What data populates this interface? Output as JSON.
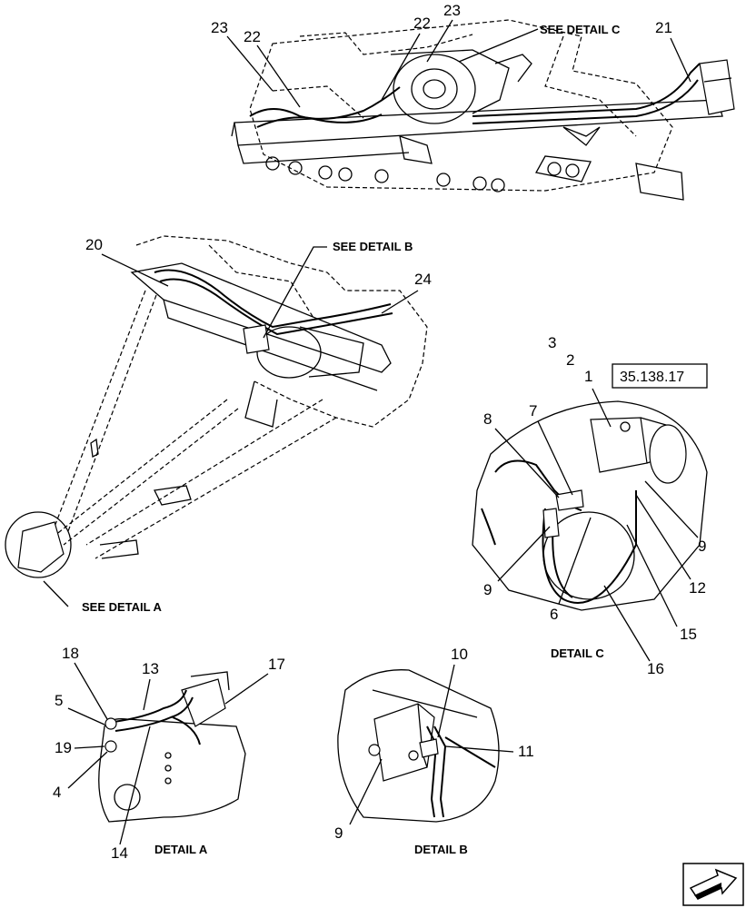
{
  "callouts": {
    "c23a": "23",
    "c22a": "22",
    "c22b": "22",
    "c23b": "23",
    "c21": "21",
    "c20": "20",
    "c24": "24",
    "c3": "3",
    "c2": "2",
    "c1": "1",
    "c8": "8",
    "c7": "7",
    "c9a": "9",
    "c9b": "9",
    "c12": "12",
    "c6": "6",
    "c15": "15",
    "c16": "16",
    "c18": "18",
    "c13": "13",
    "c17": "17",
    "c5": "5",
    "c19": "19",
    "c4": "4",
    "c14": "14",
    "c10": "10",
    "c11": "11",
    "c9c": "9"
  },
  "detail_refs": {
    "see_c": "SEE DETAIL  C",
    "see_b": "SEE DETAIL  B",
    "see_a": "SEE DETAIL  A"
  },
  "captions": {
    "detail_a": "DETAIL  A",
    "detail_b": "DETAIL  B",
    "detail_c": "DETAIL  C"
  },
  "reference_box": "35.138.17",
  "nav_icon": "arrow-right-icon"
}
